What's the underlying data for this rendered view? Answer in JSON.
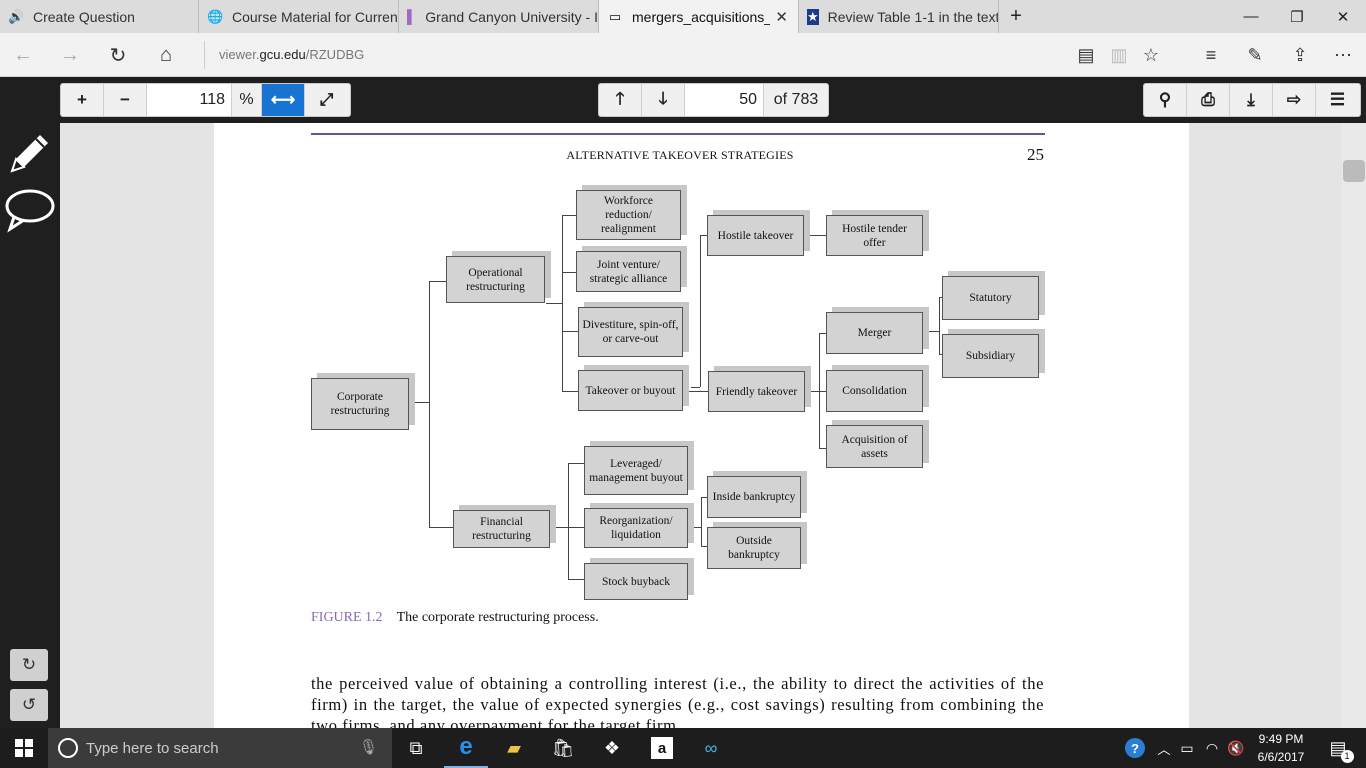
{
  "tabs": [
    {
      "icon": "speaker-icon",
      "label": "Create Question"
    },
    {
      "icon": "globe-icon",
      "label": "Course Material for Current"
    },
    {
      "icon": "book-icon",
      "label": "Grand Canyon University - I"
    },
    {
      "icon": "document-icon",
      "label": "mergers_acquisitions_ar"
    },
    {
      "icon": "star-badge-icon",
      "label": "Review Table 1-1 in the text"
    }
  ],
  "address": {
    "prefix": "viewer.",
    "domain": "gcu.edu",
    "path": "/RZUDBG"
  },
  "viewer": {
    "zoom_value": "118",
    "zoom_unit": "%",
    "page_value": "50",
    "page_total": "of 783"
  },
  "page": {
    "running_head": "ALTERNATIVE TAKEOVER STRATEGIES",
    "page_number": "25",
    "figure": {
      "corporate": "Corporate restructuring",
      "operational": "Operational restructuring",
      "financial": "Financial restructuring",
      "workforce": "Workforce reduction/ realignment",
      "joint_venture": "Joint venture/ strategic alliance",
      "divestiture": "Divestiture, spin-off, or carve-out",
      "takeover_buyout": "Takeover or buyout",
      "hostile": "Hostile takeover",
      "hostile_tender": "Hostile tender offer",
      "friendly": "Friendly takeover",
      "merger": "Merger",
      "statutory": "Statutory",
      "subsidiary": "Subsidiary",
      "consolidation": "Consolidation",
      "acquisition_assets": "Acquisition of assets",
      "leveraged": "Leveraged/ management buyout",
      "reorganization": "Reorganization/ liquidation",
      "stock_buyback": "Stock buyback",
      "inside": "Inside bankruptcy",
      "outside": "Outside bankruptcy"
    },
    "caption_label": "FIGURE 1.2",
    "caption_text": "The corporate restructuring process.",
    "body_text": "the perceived value of obtaining a controlling interest (i.e., the ability to direct the activities of the firm) in the target, the value of expected synergies (e.g., cost savings) resulting from combining the two firms, and any overpayment for the target firm."
  },
  "taskbar": {
    "search_placeholder": "Type here to search",
    "time": "9:49 PM",
    "date": "6/6/2017",
    "notifications": "1"
  }
}
